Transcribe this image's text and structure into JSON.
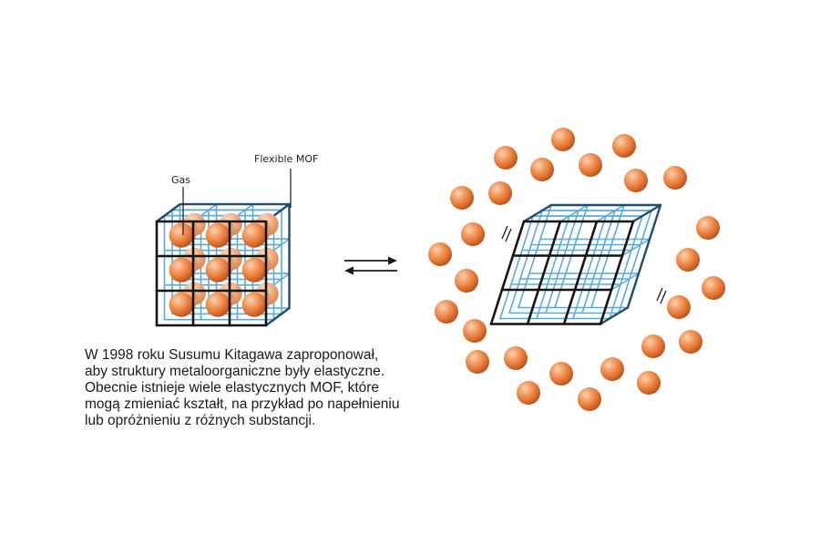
{
  "labels": {
    "gas": "Gas",
    "mof": "Flexible MOF"
  },
  "caption": [
    "W 1998 roku Susumu Kitagawa zaproponował,",
    "aby struktury metaloorganiczne były elastyczne.",
    "Obecnie istnieje wiele elastycznych MOF, które",
    "mogą zmieniać kształt, na przykład po napełnieniu",
    "lub opróżnieniu z różnych substancji."
  ],
  "colors": {
    "frame_front": "#141414",
    "frame_back": "#1f4e73",
    "lattice": "#5aaad8",
    "gas_sphere": "#ec7d3a",
    "text": "#1a1a1a"
  },
  "icons": [
    "equilibrium-arrows-icon",
    "gas-molecule-icon"
  ]
}
